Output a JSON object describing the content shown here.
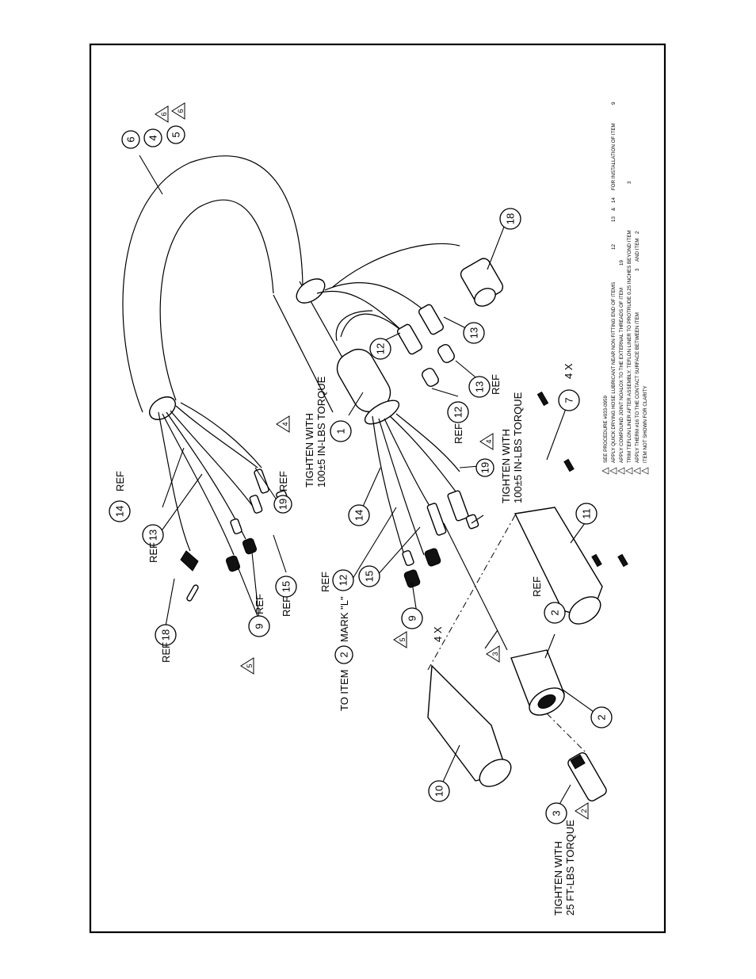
{
  "callouts": {
    "b1": "1",
    "b2a": "2",
    "b2b": "2",
    "b2c": "2",
    "b3": "3",
    "b4": "4",
    "b5": "5",
    "b6": "6",
    "b7": "7",
    "b9a": "9",
    "b9b": "9",
    "b10": "10",
    "b11": "11",
    "b12a": "12",
    "b12b": "12",
    "b12c": "12",
    "b13a": "13",
    "b13b": "13",
    "b13c": "13",
    "b14a": "14",
    "b14b": "14",
    "b15a": "15",
    "b15b": "15",
    "b18a": "18",
    "b18b": "18",
    "b19a": "19",
    "b19b": "19"
  },
  "flags": {
    "t6": "6",
    "t6b": "6",
    "t4a": "4",
    "t4b": "4",
    "t5a": "5",
    "t5b": "5",
    "t3": "3",
    "t2": "2"
  },
  "labels": {
    "ref": "REF",
    "to_item": "TO ITEM",
    "mark_l": "MARK \"L\"",
    "qty_4x": "4 X",
    "tighten_with": "TIGHTEN WITH",
    "torque_100": "100±5 IN-LBS TORQUE",
    "torque_25": "25 FT-LBS TORQUE"
  },
  "notes": [
    "SEE PROCEDURE #033-0959",
    "APPLY QUICK DRYING HOSE LUBRICANT NEAR NON FITTING END OF ITEMS",
    "APPLY COMPOUND JOINT NOALOX TO THE EXTERNAL THREADS OF ITEM",
    "TRIM TEFLON LINER AFTER ASSEMBLY. TEFLON LINER TO PROTRUDE 0.25 INCHES BEYOND ITEM",
    "APPLY THERM #16 TO THE CONTACT SURFACE BETWEEN ITEM",
    "ITEM NOT SHOWN FOR CLARITY"
  ],
  "note_parts": {
    "amp": "&",
    "for_install": "FOR INSTALLATION OF ITEM",
    "and_item": "AND ITEM",
    "n1": "1",
    "n2": "2",
    "n3": "3",
    "n4": "4",
    "n5": "5",
    "n6": "6",
    "i12": "12",
    "i13": "13",
    "i14": "14",
    "i9": "9",
    "i19": "19",
    "i3": "3",
    "i2": "2"
  }
}
